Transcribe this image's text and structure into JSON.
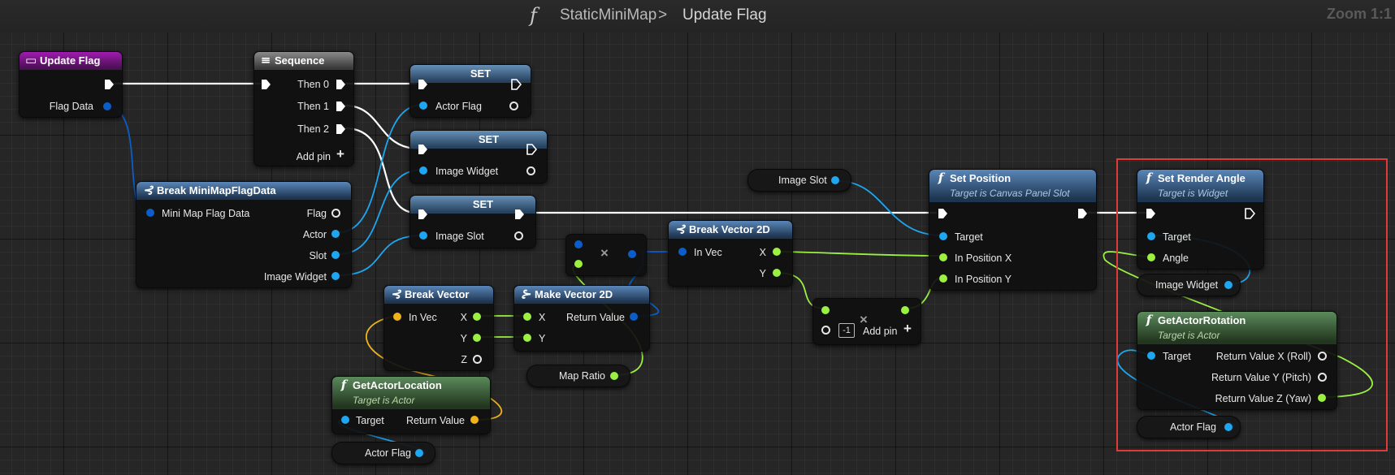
{
  "breadcrumb": {
    "function_icon": "f",
    "class_name": "StaticMiniMap",
    "separator": ">",
    "graph_name": "Update Flag"
  },
  "zoom_label": "Zoom 1:1",
  "colors": {
    "exec": "#ffffff",
    "object": "#1fa6f0",
    "float": "#9cf042",
    "vector": "#f0b21a",
    "struct": "#0b5ec9",
    "selection": "#e03a3a"
  },
  "nodes": {
    "update_flag": {
      "title": "Update Flag",
      "out_flag_data": "Flag Data"
    },
    "sequence": {
      "title": "Sequence",
      "then0": "Then 0",
      "then1": "Then 1",
      "then2": "Then 2",
      "add_pin": "Add pin"
    },
    "set1": {
      "title": "SET",
      "var": "Actor Flag"
    },
    "set2": {
      "title": "SET",
      "var": "Image Widget"
    },
    "set3": {
      "title": "SET",
      "var": "Image Slot"
    },
    "break_flag": {
      "title": "Break MiniMapFlagData",
      "in": "Mini Map Flag Data",
      "flag": "Flag",
      "actor": "Actor",
      "slot": "Slot",
      "image_widget": "Image Widget"
    },
    "break_vector": {
      "title": "Break Vector",
      "in": "In Vec",
      "x": "X",
      "y": "Y",
      "z": "Z"
    },
    "get_actor_location": {
      "title": "GetActorLocation",
      "subtitle": "Target is Actor",
      "target": "Target",
      "ret": "Return Value"
    },
    "actor_flag_var1": {
      "label": "Actor Flag"
    },
    "multiply": {
      "symbol": "×"
    },
    "make_vector2d": {
      "title": "Make Vector 2D",
      "x": "X",
      "y": "Y",
      "ret": "Return Value"
    },
    "map_ratio_var": {
      "label": "Map Ratio"
    },
    "break_vector2d": {
      "title": "Break Vector 2D",
      "in": "In Vec",
      "x": "X",
      "y": "Y"
    },
    "multiply2": {
      "symbol": "×",
      "const": "-1",
      "add_pin": "Add pin"
    },
    "image_slot_var": {
      "label": "Image Slot"
    },
    "set_position": {
      "title": "Set Position",
      "subtitle": "Target is Canvas Panel Slot",
      "target": "Target",
      "px": "In Position X",
      "py": "In Position Y"
    },
    "set_render_angle": {
      "title": "Set Render Angle",
      "subtitle": "Target is Widget",
      "target": "Target",
      "angle": "Angle"
    },
    "image_widget_var": {
      "label": "Image Widget"
    },
    "get_actor_rotation": {
      "title": "GetActorRotation",
      "subtitle": "Target is Actor",
      "target": "Target",
      "roll": "Return Value X (Roll)",
      "pitch": "Return Value Y (Pitch)",
      "yaw": "Return Value Z (Yaw)"
    },
    "actor_flag_var2": {
      "label": "Actor Flag"
    }
  }
}
